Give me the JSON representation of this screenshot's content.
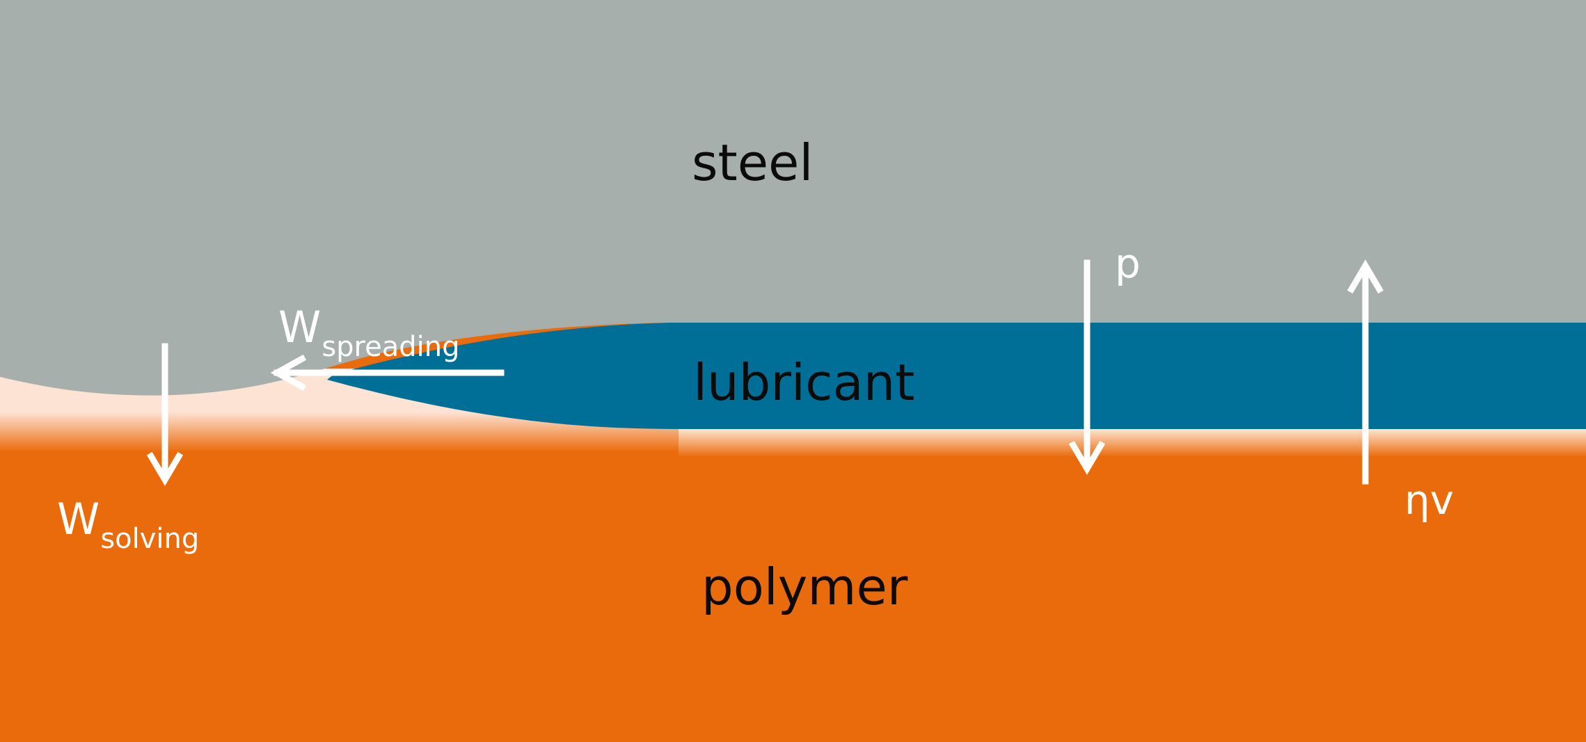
{
  "materials": {
    "steel": "steel",
    "lubricant": "lubricant",
    "polymer": "polymer"
  },
  "forces": {
    "spreading": {
      "symbol": "W",
      "subscript": "spreading"
    },
    "solving": {
      "symbol": "W",
      "subscript": "solving"
    },
    "pressure": "p",
    "viscous": "ηv"
  },
  "colors": {
    "steel": "#a7afad",
    "lubricant": "#006f97",
    "polymer": "#ea6b0b",
    "polymer_surface": "#fde3d3",
    "arrow": "#ffffff"
  }
}
